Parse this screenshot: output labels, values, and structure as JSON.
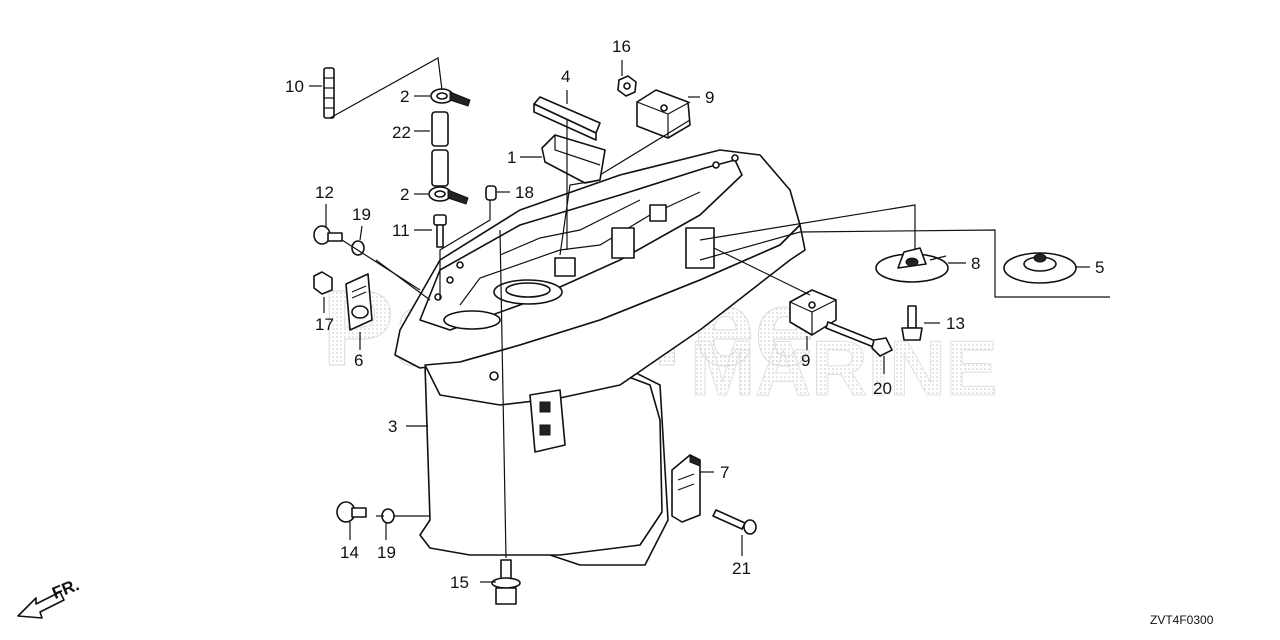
{
  "diagram": {
    "part_numbers": {
      "p1": "1",
      "p2a": "2",
      "p2b": "2",
      "p3": "3",
      "p4": "4",
      "p5": "5",
      "p6": "6",
      "p7": "7",
      "p8": "8",
      "p9a": "9",
      "p9b": "9",
      "p10": "10",
      "p11": "11",
      "p12": "12",
      "p13": "13",
      "p14": "14",
      "p15": "15",
      "p16": "16",
      "p17": "17",
      "p18": "18",
      "p19a": "19",
      "p19b": "19",
      "p20": "20",
      "p21": "21",
      "p22": "22"
    },
    "direction_label": "FR.",
    "drawing_code": "ZVT4F0300",
    "watermark": {
      "line1": "PartsTree",
      "line2": "MARINE",
      "color": "#9a9a9a"
    }
  }
}
